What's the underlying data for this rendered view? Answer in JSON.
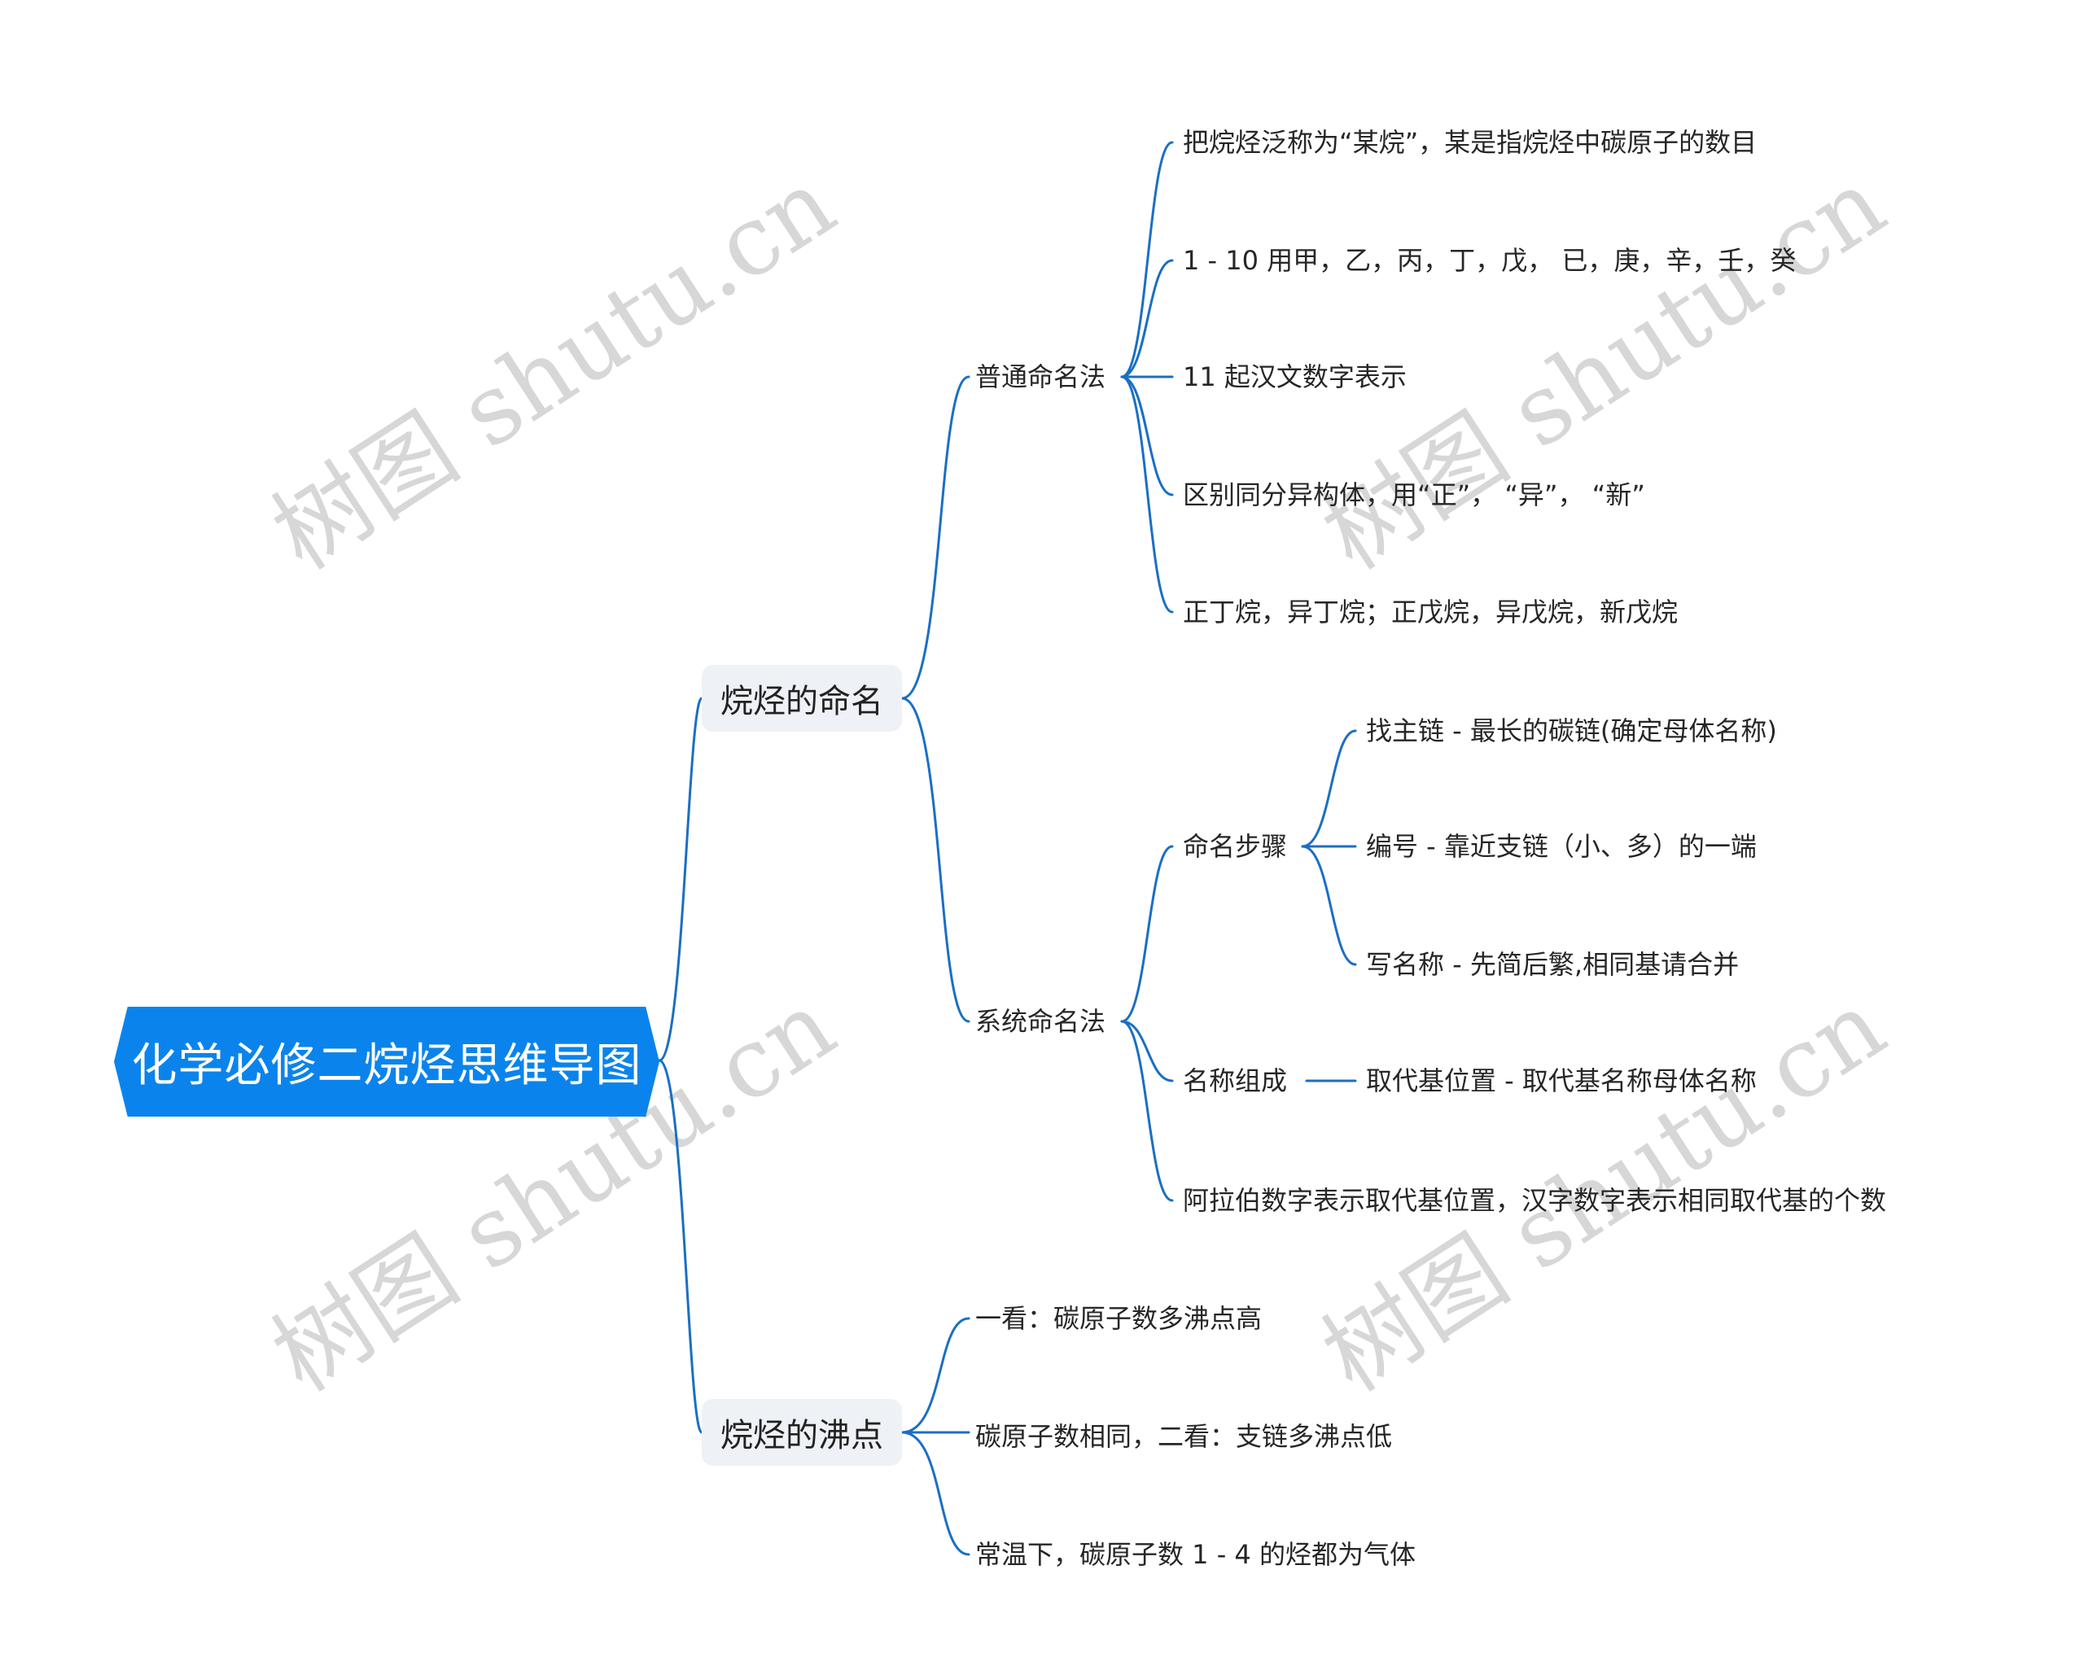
{
  "colors": {
    "root_fill": "#0a84ec",
    "root_text": "#ffffff",
    "branch_fill": "#eef1f5",
    "line": "#1a6fc4",
    "text": "#262626",
    "watermark": "#c8c8c8"
  },
  "watermark": {
    "text": "树图 shutu.cn"
  },
  "root": {
    "label": "化学必修二烷烃思维导图"
  },
  "branches": [
    {
      "label": "烷烃的命名",
      "children": [
        {
          "label": "普通命名法",
          "children": [
            {
              "label": "把烷烃泛称为“某烷”，某是指烷烃中碳原子的数目"
            },
            {
              "label": "1 - 10 用甲，乙，丙，丁，戊， 已，庚，辛，壬，癸"
            },
            {
              "label": "11 起汉文数字表示"
            },
            {
              "label": "区别同分异构体，用“正”， “异”， “新”"
            },
            {
              "label": "正丁烷，异丁烷；正戊烷，异戊烷，新戊烷"
            }
          ]
        },
        {
          "label": "系统命名法",
          "children": [
            {
              "label": "命名步骤",
              "children": [
                {
                  "label": "找主链 - 最长的碳链(确定母体名称)"
                },
                {
                  "label": "编号 - 靠近支链（小、多）的一端"
                },
                {
                  "label": "写名称 - 先简后繁,相同基请合并"
                }
              ]
            },
            {
              "label": "名称组成",
              "children": [
                {
                  "label": "取代基位置 - 取代基名称母体名称"
                }
              ]
            },
            {
              "label": "阿拉伯数字表示取代基位置，汉字数字表示相同取代基的个数"
            }
          ]
        }
      ]
    },
    {
      "label": "烷烃的沸点",
      "children": [
        {
          "label": "一看：碳原子数多沸点高"
        },
        {
          "label": "碳原子数相同，二看：支链多沸点低"
        },
        {
          "label": "常温下，碳原子数 1 - 4 的烃都为气体"
        }
      ]
    }
  ]
}
